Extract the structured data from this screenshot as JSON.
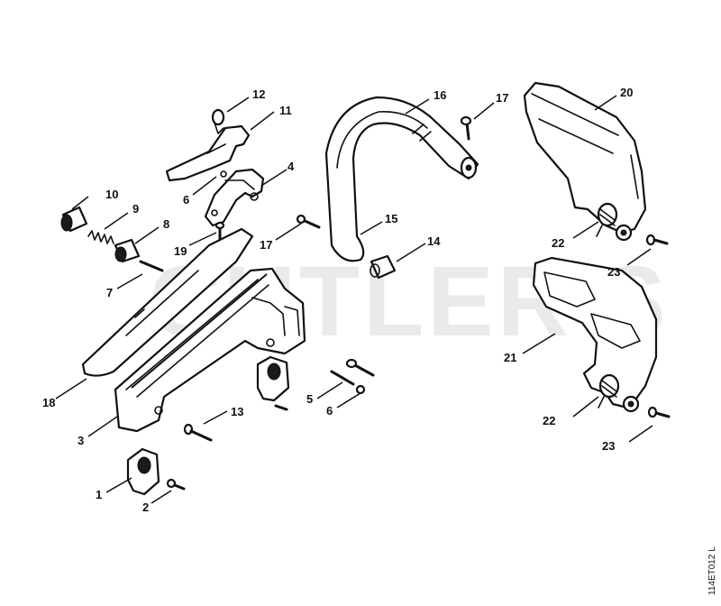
{
  "watermark": "CUTLER'S",
  "drawing_code": "114ET012 L",
  "callouts": [
    {
      "id": "c12",
      "number": "12"
    },
    {
      "id": "c11",
      "number": "11"
    },
    {
      "id": "c16",
      "number": "16"
    },
    {
      "id": "c17a",
      "number": "17"
    },
    {
      "id": "c20",
      "number": "20"
    },
    {
      "id": "c4",
      "number": "4"
    },
    {
      "id": "c6a",
      "number": "6"
    },
    {
      "id": "c10",
      "number": "10"
    },
    {
      "id": "c9",
      "number": "9"
    },
    {
      "id": "c8",
      "number": "8"
    },
    {
      "id": "c19",
      "number": "19"
    },
    {
      "id": "c17b",
      "number": "17"
    },
    {
      "id": "c15",
      "number": "15"
    },
    {
      "id": "c14",
      "number": "14"
    },
    {
      "id": "c22a",
      "number": "22"
    },
    {
      "id": "c23a",
      "number": "23"
    },
    {
      "id": "c7",
      "number": "7"
    },
    {
      "id": "c21",
      "number": "21"
    },
    {
      "id": "c18",
      "number": "18"
    },
    {
      "id": "c5",
      "number": "5"
    },
    {
      "id": "c6b",
      "number": "6"
    },
    {
      "id": "c3",
      "number": "3"
    },
    {
      "id": "c13",
      "number": "13"
    },
    {
      "id": "c22b",
      "number": "22"
    },
    {
      "id": "c23b",
      "number": "23"
    },
    {
      "id": "c1",
      "number": "1"
    },
    {
      "id": "c2",
      "number": "2"
    }
  ]
}
